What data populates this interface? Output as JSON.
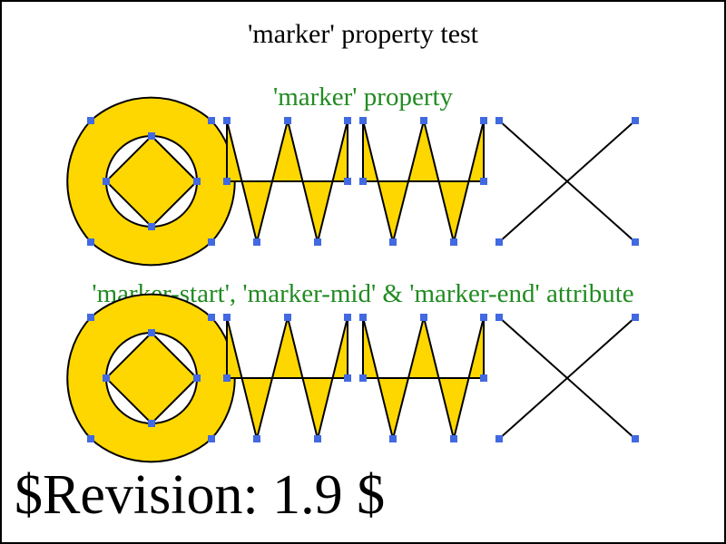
{
  "title": "'marker' property test",
  "sections": [
    {
      "heading": "'marker' property"
    },
    {
      "heading": "'marker-start', 'marker-mid' & 'marker-end' attribute"
    }
  ],
  "revision": "$Revision: 1.9 $",
  "colors": {
    "background": "#ffffff",
    "border": "#000000",
    "title_text": "#000000",
    "heading_text": "#228b22",
    "shape_fill": "#ffd700",
    "stroke": "#000000",
    "marker": "#4169e1"
  },
  "icon_names": [
    "marker-square"
  ]
}
